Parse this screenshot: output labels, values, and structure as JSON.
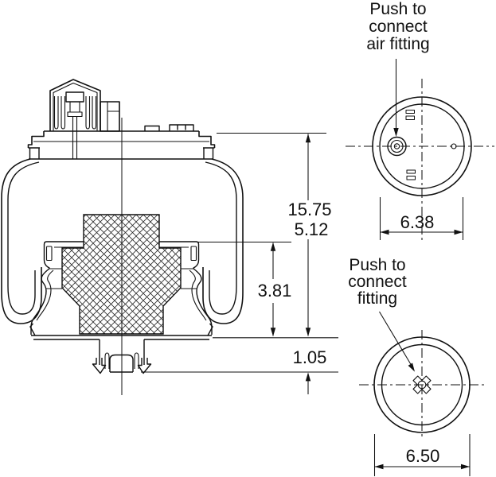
{
  "diagram": {
    "kind": "air-spring-technical-drawing",
    "line_color": "#111111",
    "background_color": "#ffffff"
  },
  "annotations": {
    "push_air": {
      "lines": [
        "Push to",
        "connect",
        "air fitting"
      ]
    },
    "push_fitting": {
      "lines": [
        "Push to",
        "connect",
        "fitting"
      ]
    }
  },
  "dimensions": {
    "overall_height": "15.75",
    "collapsed_height": "5.12",
    "piston_height": "3.81",
    "lower_clearance": "1.05",
    "top_plate_diameter": "6.38",
    "piston_base_diameter": "6.50"
  }
}
